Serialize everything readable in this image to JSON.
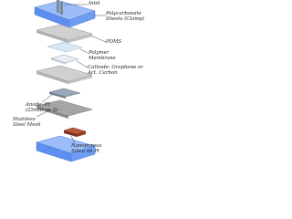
{
  "labels": {
    "inlet": "Inlet",
    "polycarbonate_line1": "Polycarbonate",
    "polycarbonate_line2": "Sheets (Clamp)",
    "pdms": "PDMS",
    "polymer_line1": "Polymer",
    "polymer_line2": "Membrane",
    "cathode_line1": "Cathode: Graphene or",
    "cathode_line2": "Act. Carbon",
    "anode_line1": "Anode: Pt",
    "anode_line2": "(25nm) on Si",
    "mesh_line1": "Stainless",
    "mesh_line2": "Steel Mesh",
    "silica_line1": "Nanoporous",
    "silica_line2": "Silica on Pt"
  },
  "colors": {
    "polycarbonate": "#5d8ff0",
    "polycarbonate_top": "#9dbdfa",
    "pdms": "#b8b8b8",
    "membrane": "#d9e8f5",
    "cathode": "#e9eef4",
    "anode": "#8a98a8",
    "mesh": "#a8a8a8",
    "silica": "#9b4a30",
    "leader": "#444444"
  }
}
